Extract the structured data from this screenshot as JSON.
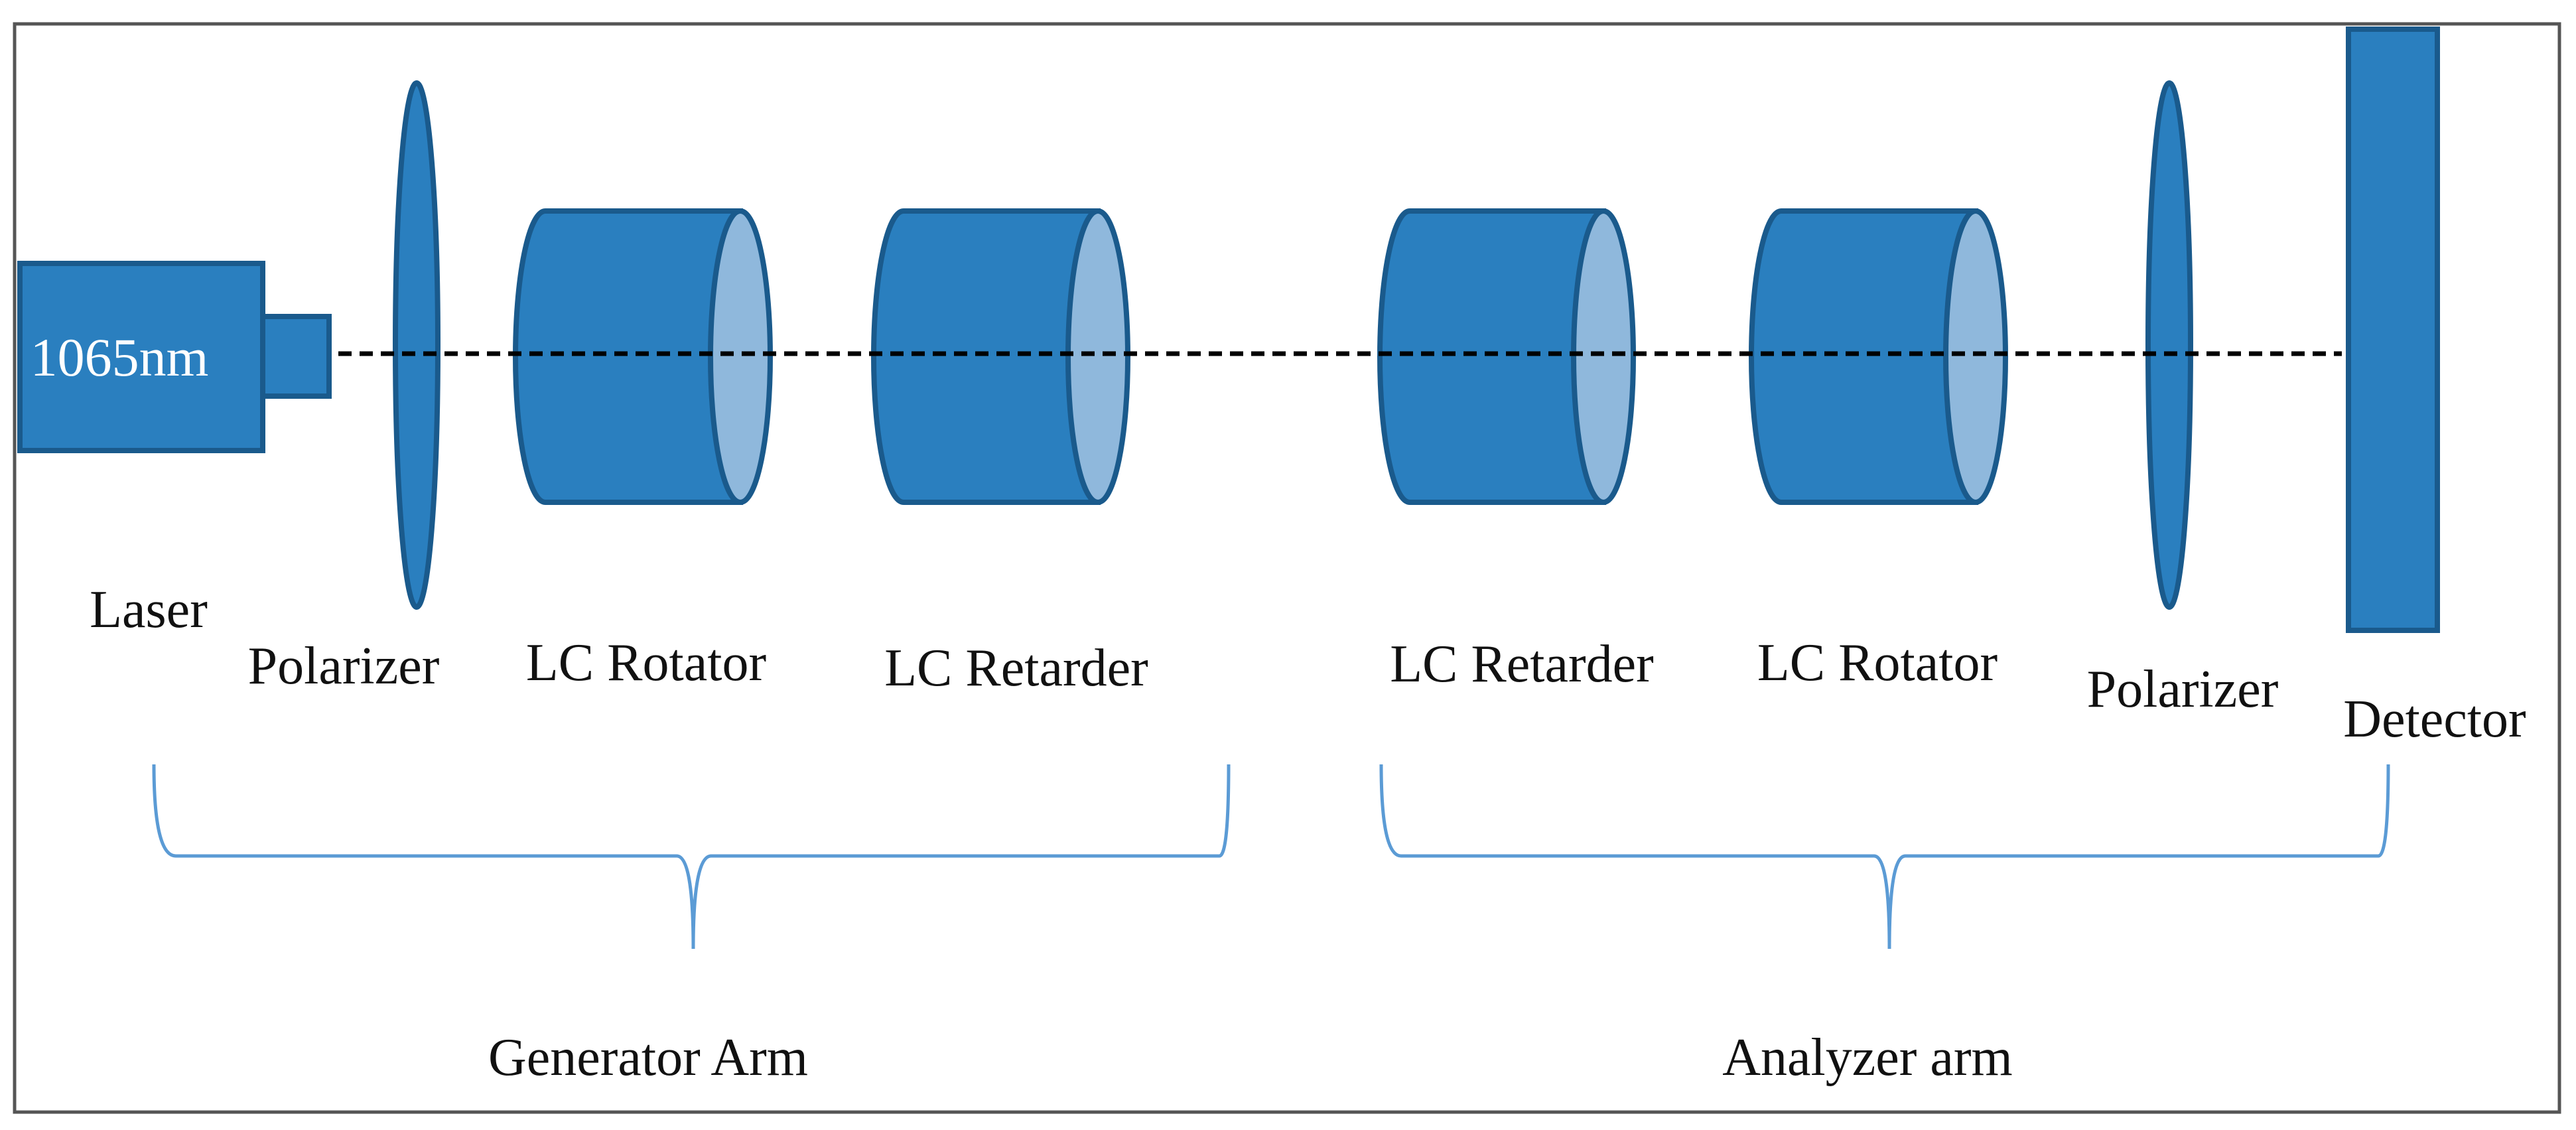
{
  "colors": {
    "component_fill": "#2a7fbf",
    "component_stroke": "#1a5a8c",
    "lens_face": "#8fb8dc",
    "beam": "#000000",
    "brace": "#5b9bd5",
    "frame": "#555555"
  },
  "laser": {
    "wavelength": "1065nm",
    "label": "Laser"
  },
  "components": [
    {
      "id": "polarizer-1",
      "kind": "polarizer",
      "label": "Polarizer"
    },
    {
      "id": "lc-rotator-1",
      "kind": "cylinder",
      "label": "LC Rotator"
    },
    {
      "id": "lc-retarder-1",
      "kind": "cylinder",
      "label": "LC Retarder"
    },
    {
      "id": "lc-retarder-2",
      "kind": "cylinder",
      "label": "LC Retarder"
    },
    {
      "id": "lc-rotator-2",
      "kind": "cylinder",
      "label": "LC Rotator"
    },
    {
      "id": "polarizer-2",
      "kind": "polarizer",
      "label": "Polarizer"
    },
    {
      "id": "detector",
      "kind": "detector",
      "label": "Detector"
    }
  ],
  "groups": [
    {
      "label": "Generator Arm"
    },
    {
      "label": "Analyzer arm"
    }
  ]
}
